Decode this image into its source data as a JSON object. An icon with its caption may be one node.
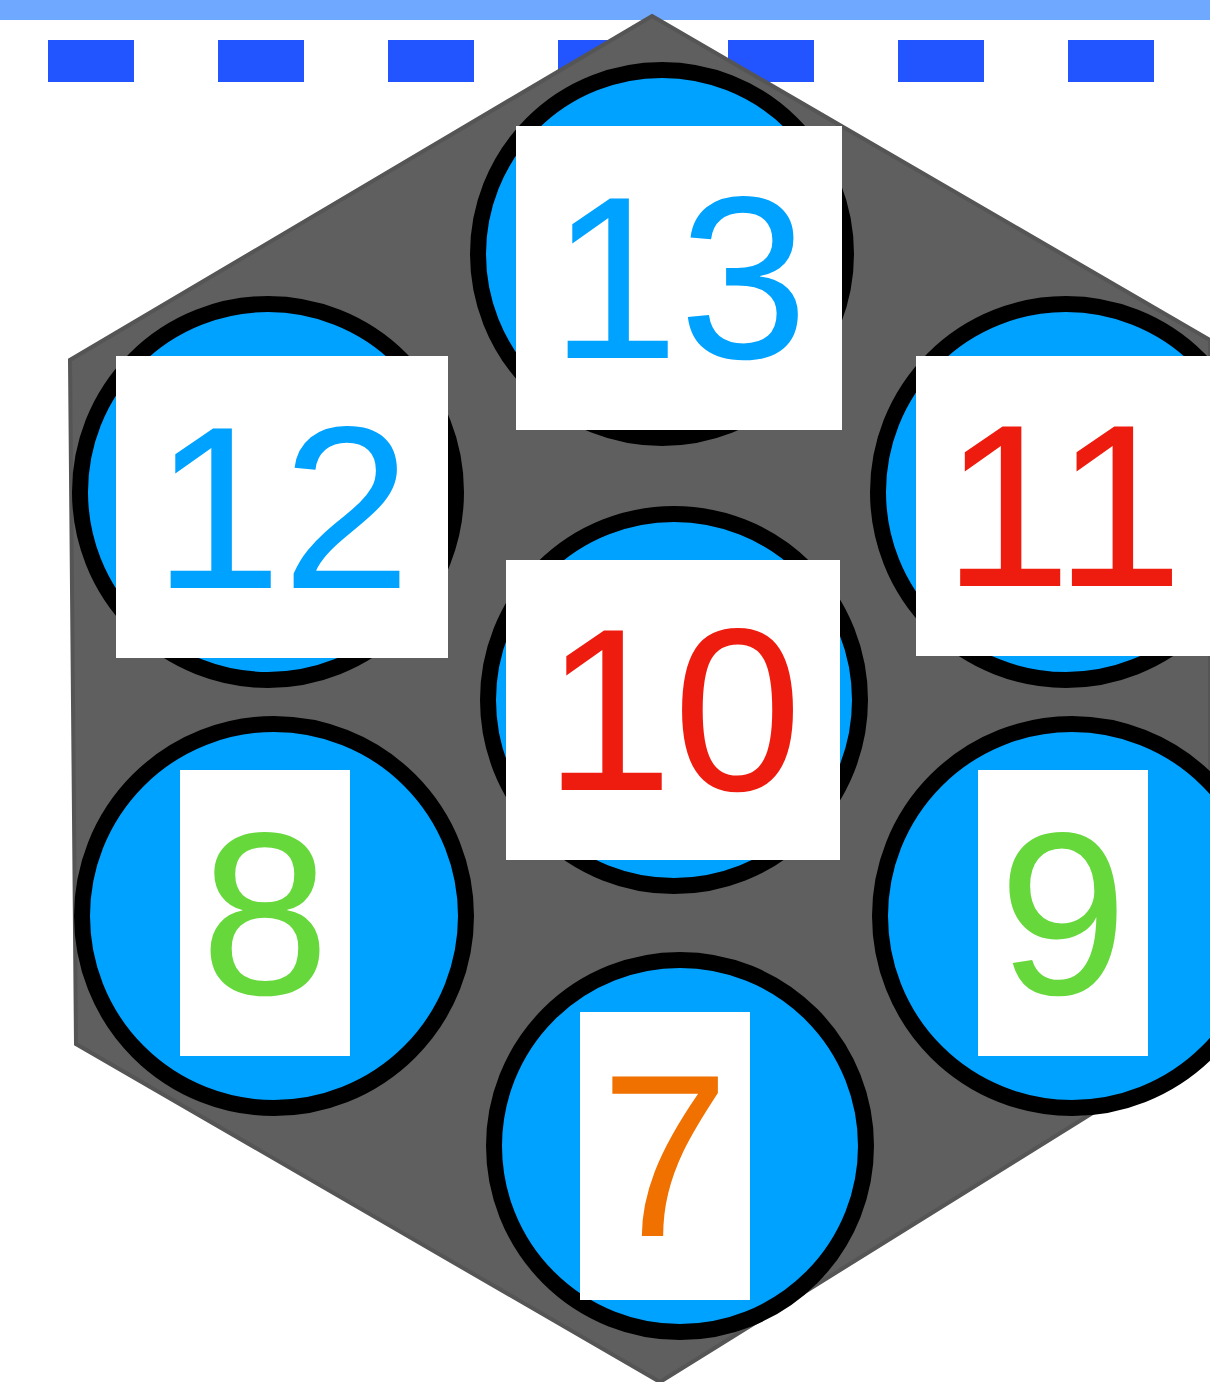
{
  "diagram": {
    "nodes": [
      {
        "text": [
          "13"
        ]
      },
      {
        "text": [
          "12"
        ]
      },
      {
        "text": [
          "11"
        ]
      },
      {
        "text": [
          "10"
        ]
      },
      {
        "text": [
          "8"
        ]
      },
      {
        "text": [
          "9"
        ]
      },
      {
        "text": [
          "7"
        ]
      }
    ]
  }
}
